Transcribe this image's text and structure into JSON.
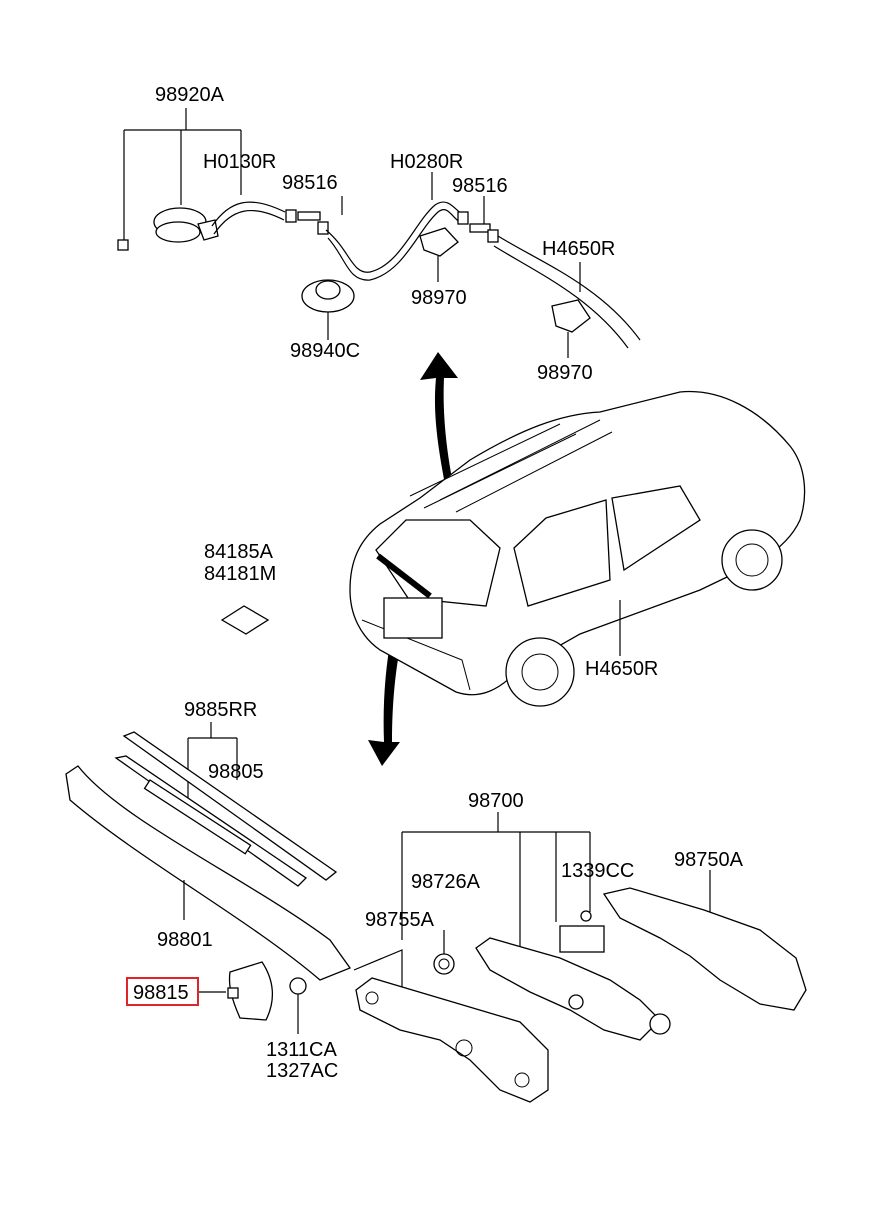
{
  "labels": {
    "p98920A": "98920A",
    "h0130r": "H0130R",
    "p98516_left": "98516",
    "h0280r": "H0280R",
    "p98516_right": "98516",
    "h4650r_top": "H4650R",
    "p98940C": "98940C",
    "p98970_mid": "98970",
    "p98970_right": "98970",
    "p84185A": "84185A",
    "p84181M": "84181M",
    "h4650r_car": "H4650R",
    "p9885RR": "9885RR",
    "p98805": "98805",
    "p98700": "98700",
    "p98726A": "98726A",
    "p1339CC": "1339CC",
    "p98750A": "98750A",
    "p98755A": "98755A",
    "p98801": "98801",
    "p98815": "98815",
    "p1311CA": "1311CA",
    "p1327AC": "1327AC"
  },
  "highlight": {
    "label": "98815",
    "color": "#e0242c"
  }
}
